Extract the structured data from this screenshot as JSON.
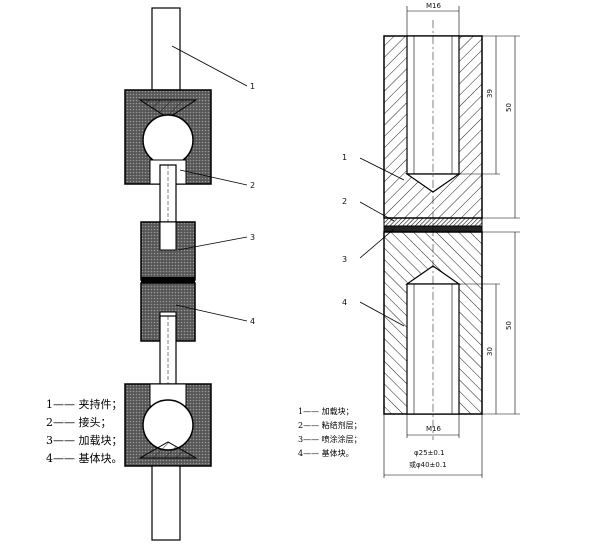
{
  "left_figure": {
    "callouts": [
      "1",
      "2",
      "3",
      "4"
    ],
    "legend": [
      {
        "num": "1",
        "text": "1—— 夹持件；"
      },
      {
        "num": "2",
        "text": "2—— 接头；"
      },
      {
        "num": "3",
        "text": "3—— 加载块；"
      },
      {
        "num": "4",
        "text": "4—— 基体块。"
      }
    ]
  },
  "right_figure": {
    "callouts": [
      "1",
      "2",
      "3",
      "4"
    ],
    "dimensions": {
      "thread_top": "M16",
      "thread_bottom": "M16",
      "depth_top": "39",
      "height_top": "50",
      "depth_bottom": "30",
      "height_bottom": "50",
      "diameter": "φ25±0.1",
      "diameter_alt": "或φ40±0.1"
    },
    "legend": [
      {
        "text": "1—— 加载块；"
      },
      {
        "text": "2—— 粘结剂层；"
      },
      {
        "text": "3—— 喷涂涂层；"
      },
      {
        "text": "4—— 基体块。"
      }
    ]
  }
}
